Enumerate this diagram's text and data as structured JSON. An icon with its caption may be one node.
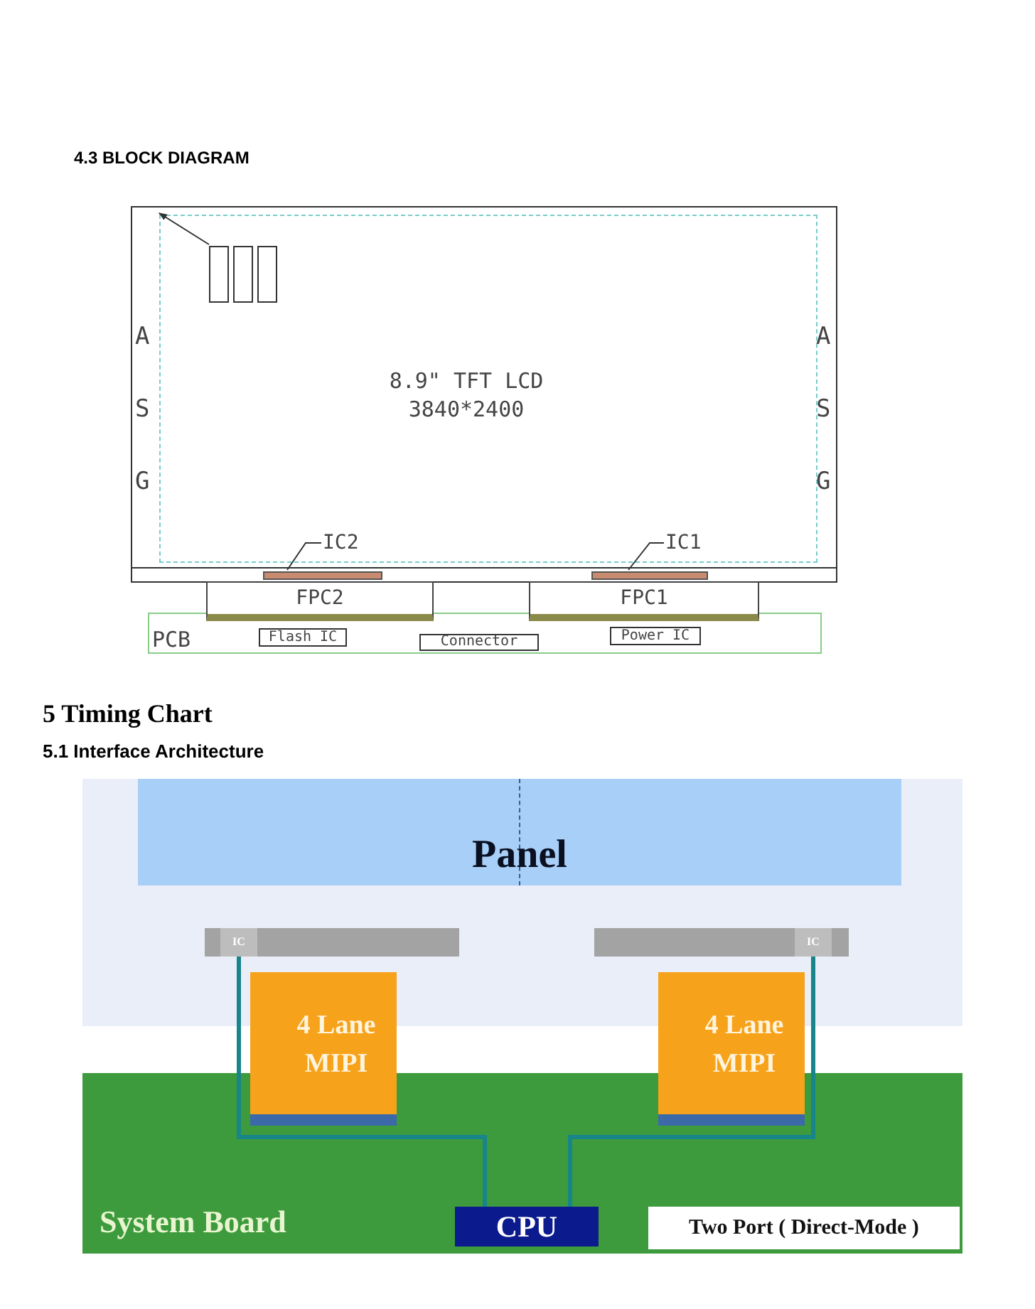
{
  "diagram": {
    "nodes": [
      {
        "text": [
          "8.9\" TFT LCD 3840*2400"
        ]
      },
      {
        "text": [],
        "shape": "box",
        "in": 0
      },
      {
        "text": [],
        "shape": "box",
        "in": 0
      },
      {
        "text": [],
        "shape": "box",
        "in": 0
      },
      {
        "text": [
          "IC2"
        ],
        "in": 0
      },
      {
        "text": [],
        "shape": "bar",
        "in": 0
      },
      {
        "text": [
          "IC1"
        ],
        "in": 0
      },
      {
        "text": [],
        "shape": "bar",
        "in": 0
      },
      {
        "text": [
          "FPC2"
        ]
      },
      {
        "text": [
          "FPC1"
        ]
      },
      {
        "text": [
          "PCB"
        ]
      },
      {
        "text": [
          "Flash IC"
        ],
        "in": 10
      },
      {
        "text": [
          "Connector"
        ],
        "in": 10
      },
      {
        "text": [
          "Power IC"
        ],
        "in": 10
      },
      {
        "text": [
          "Panel"
        ]
      },
      {
        "text": [
          "IC"
        ]
      },
      {
        "text": [
          "IC"
        ]
      },
      {
        "text": [
          "4 Lane MIPI"
        ]
      },
      {
        "text": [
          "4 Lane MIPI"
        ]
      },
      {
        "text": [
          "System Board"
        ]
      },
      {
        "text": [
          "CPU"
        ],
        "in": 19
      },
      {
        "text": [
          "Two Port ( Direct-Mode )"
        ],
        "in": 19
      }
    ],
    "edges": [
      {
        "from": 4,
        "to": 5,
        "arrow": "none"
      },
      {
        "from": 6,
        "to": 7,
        "arrow": "none"
      },
      {
        "from": 1,
        "to": null,
        "arrow": "to"
      },
      {
        "from": 15,
        "to": 20,
        "arrow": "none",
        "style": "thick"
      },
      {
        "from": 16,
        "to": 20,
        "arrow": "none",
        "style": "thick"
      }
    ],
    "labels": [
      "4.3 BLOCK DIAGRAM",
      "ASG",
      "ASG",
      "5 Timing Chart",
      "5.1 Interface Architecture"
    ]
  }
}
